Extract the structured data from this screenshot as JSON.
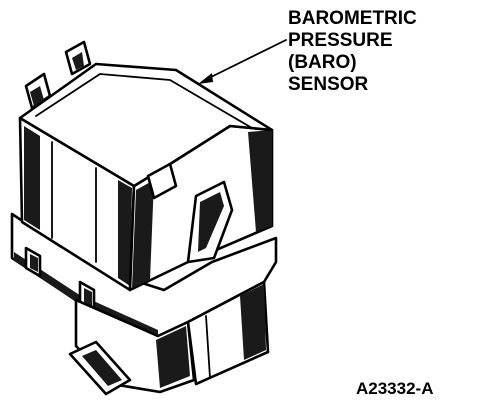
{
  "callout": {
    "lines": [
      "BAROMETRIC",
      "PRESSURE",
      "(BARO)",
      "SENSOR"
    ]
  },
  "figure_id": "A23332-A",
  "colors": {
    "ink": "#000000",
    "shade": "#1a1a1a",
    "background": "#ffffff"
  }
}
